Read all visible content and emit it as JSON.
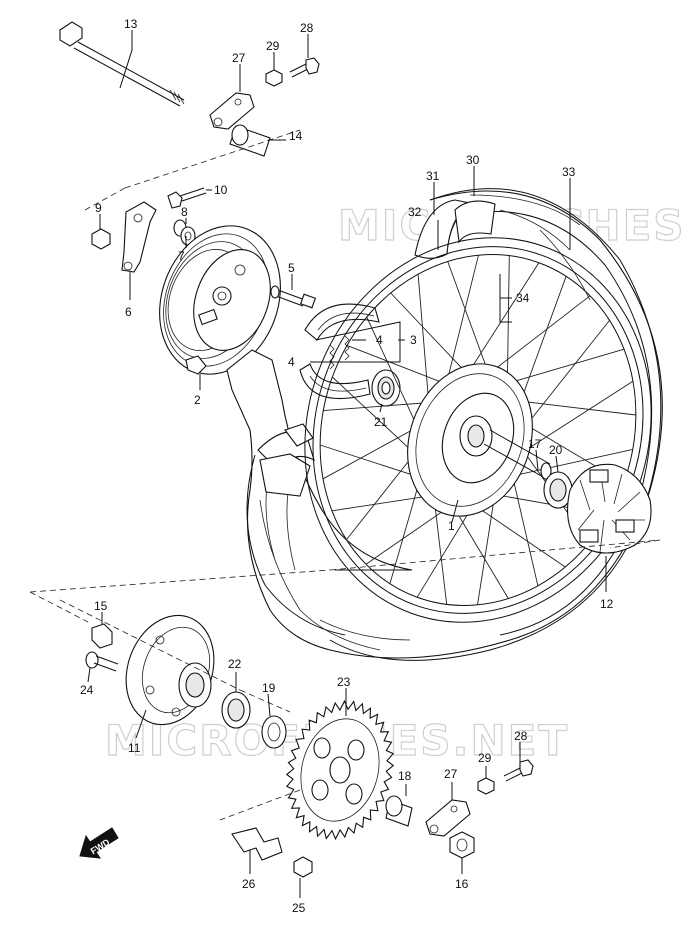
{
  "watermark": "MICROFICHES.NET",
  "fwd_label": "FWD",
  "parts": [
    {
      "id": "13",
      "text": "13"
    },
    {
      "id": "28a",
      "text": "28"
    },
    {
      "id": "29a",
      "text": "29"
    },
    {
      "id": "27a",
      "text": "27"
    },
    {
      "id": "14",
      "text": "14"
    },
    {
      "id": "10",
      "text": "10"
    },
    {
      "id": "9",
      "text": "9"
    },
    {
      "id": "8",
      "text": "8"
    },
    {
      "id": "7",
      "text": "7"
    },
    {
      "id": "6",
      "text": "6"
    },
    {
      "id": "5",
      "text": "5"
    },
    {
      "id": "4a",
      "text": "4"
    },
    {
      "id": "4b",
      "text": "4"
    },
    {
      "id": "3",
      "text": "3"
    },
    {
      "id": "2",
      "text": "2"
    },
    {
      "id": "21",
      "text": "21"
    },
    {
      "id": "31",
      "text": "31"
    },
    {
      "id": "30",
      "text": "30"
    },
    {
      "id": "33",
      "text": "33"
    },
    {
      "id": "32",
      "text": "32"
    },
    {
      "id": "34",
      "text": "34"
    },
    {
      "id": "17",
      "text": "17"
    },
    {
      "id": "20",
      "text": "20"
    },
    {
      "id": "1",
      "text": "1"
    },
    {
      "id": "12",
      "text": "12"
    },
    {
      "id": "15",
      "text": "15"
    },
    {
      "id": "24",
      "text": "24"
    },
    {
      "id": "11",
      "text": "11"
    },
    {
      "id": "22",
      "text": "22"
    },
    {
      "id": "19",
      "text": "19"
    },
    {
      "id": "23",
      "text": "23"
    },
    {
      "id": "28b",
      "text": "28"
    },
    {
      "id": "29b",
      "text": "29"
    },
    {
      "id": "27b",
      "text": "27"
    },
    {
      "id": "18",
      "text": "18"
    },
    {
      "id": "16",
      "text": "16"
    },
    {
      "id": "26",
      "text": "26"
    },
    {
      "id": "25",
      "text": "25"
    }
  ]
}
